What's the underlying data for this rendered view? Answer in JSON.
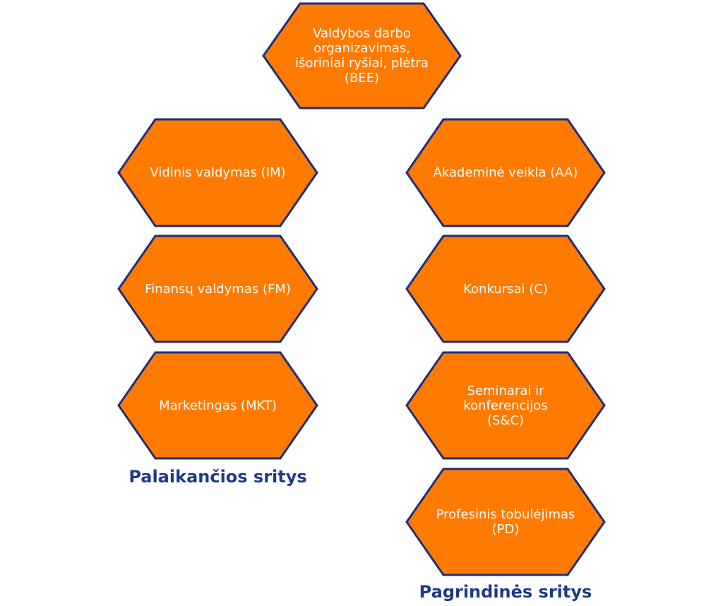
{
  "colors": {
    "hex_fill": "#FF7A00",
    "hex_stroke": "#1F2F7A",
    "label_text": "#1F3A8A",
    "hex_text": "#FFFFFF"
  },
  "diagram": {
    "top": {
      "label": "Valdybos darbo\norganizavimas,\nišoriniai ryšiai, plėtra\n(BEE)"
    },
    "support": {
      "items": [
        {
          "label": "Vidinis valdymas (IM)"
        },
        {
          "label": "Finansų valdymas (FM)"
        },
        {
          "label": "Marketingas (MKT)"
        }
      ],
      "group_label": "Palaikančios sritys"
    },
    "core": {
      "items": [
        {
          "label": "Akademinė veikla (AA)"
        },
        {
          "label": "Konkursai (C)"
        },
        {
          "label": "Seminarai ir\nkonferencijos (S&C)"
        },
        {
          "label": "Profesinis tobulėjimas (PD)"
        }
      ],
      "group_label": "Pagrindinės sritys"
    }
  }
}
